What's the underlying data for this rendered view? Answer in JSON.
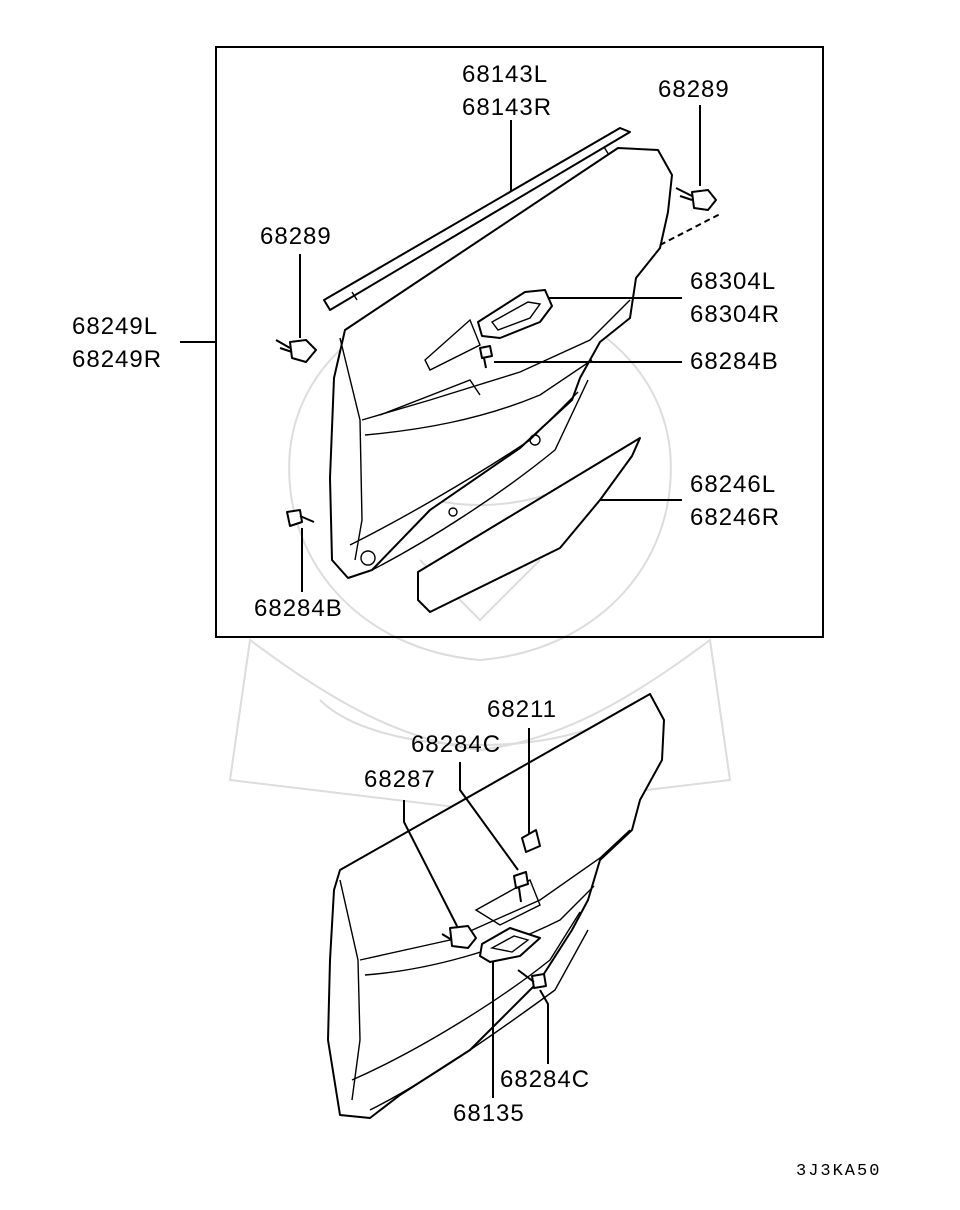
{
  "diagram": {
    "upper_labels": {
      "weatherstrip_l": "68143L",
      "weatherstrip_r": "68143R",
      "clip_top": "68289",
      "clip_left": "68289",
      "trim_l": "68249L",
      "trim_r": "68249R",
      "handle_l": "68304L",
      "handle_r": "68304R",
      "screw_mid": "68284B",
      "pocket_l": "68246L",
      "pocket_r": "68246R",
      "screw_bottom": "68284B"
    },
    "lower_labels": {
      "cap": "68211",
      "screw_upper": "68284C",
      "clip": "68287",
      "screw_lower": "68284C",
      "bracket": "68135"
    },
    "figure_code": "3J3KA50"
  }
}
